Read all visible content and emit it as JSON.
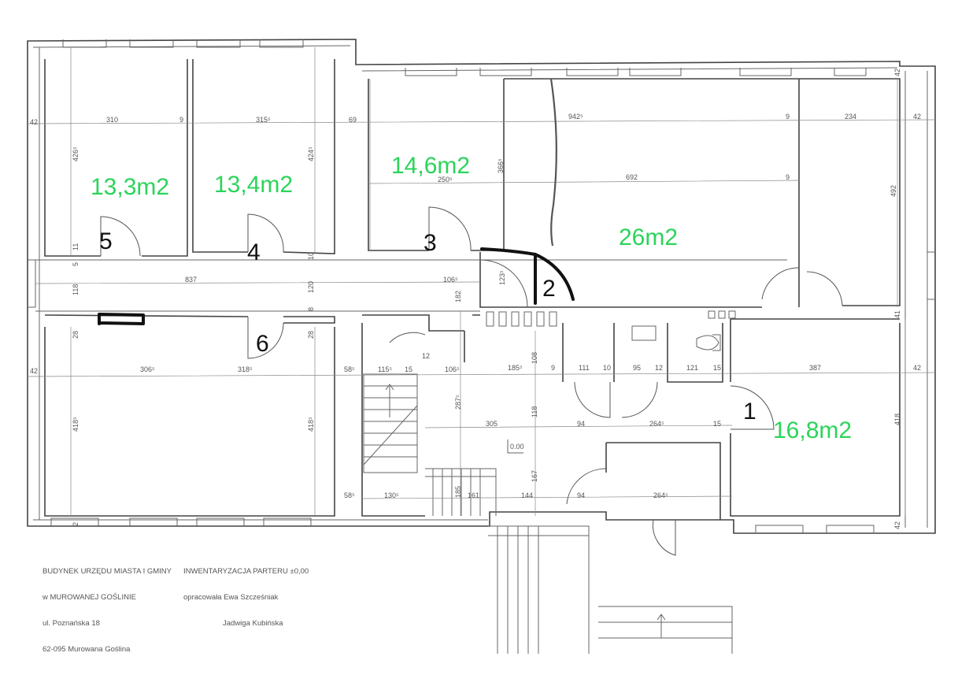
{
  "caption": {
    "building": [
      "BUDYNEK URZĘDU MIASTA I GMINY",
      "w MUROWANEJ GOŚLINIE",
      "ul. Poznańska 18",
      "62-095 Murowana Goślina"
    ],
    "survey": [
      "INWENTARYZACJA PARTERU ±0,00",
      "opracowała Ewa Szcześniak",
      "Jadwiga Kubińska"
    ]
  },
  "areas": [
    "13,3m2",
    "13,4m2",
    "14,6m2",
    "26m2",
    "16,8m2"
  ],
  "room_numbers": [
    "1",
    "2",
    "3",
    "4",
    "5",
    "6"
  ],
  "dimensions": {
    "top_row": [
      "42",
      "310",
      "9",
      "315⁵",
      "69",
      "942⁵",
      "9",
      "234",
      "42"
    ],
    "second_row": [
      "250⁵",
      "692",
      "9"
    ],
    "vertical": [
      "426⁵",
      "424⁵",
      "366⁵",
      "492",
      "42",
      "41",
      "418",
      "418⁵",
      "418⁵",
      "28",
      "28",
      "118",
      "120",
      "182",
      "123⁵",
      "287⁵",
      "108",
      "118",
      "167",
      "185",
      "11",
      "5",
      "10",
      "8",
      "12",
      "2",
      "42"
    ],
    "corridor": [
      "837",
      "106⁵"
    ],
    "middle_row": [
      "42",
      "306⁵",
      "318⁵",
      "58⁵",
      "115⁵",
      "15",
      "106⁵",
      "185⁵",
      "9",
      "111",
      "10",
      "95",
      "12",
      "121",
      "15",
      "387",
      "42"
    ],
    "lower_row": [
      "305",
      "94",
      "264⁵",
      "15"
    ],
    "bottom_row": [
      "58⁵",
      "130⁵",
      "161",
      "144",
      "94",
      "264⁵"
    ],
    "level": "0.00"
  },
  "colors": {
    "area_label": "#2bd45a",
    "marker": "#111111",
    "walls": "#444444"
  }
}
